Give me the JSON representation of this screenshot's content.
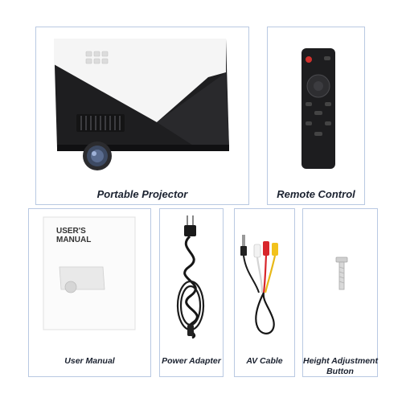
{
  "items": [
    {
      "id": "projector",
      "label": "Portable Projector"
    },
    {
      "id": "remote",
      "label": "Remote Control"
    },
    {
      "id": "manual",
      "label": "User Manual",
      "cover_text": [
        "USER'S",
        "MANUAL"
      ]
    },
    {
      "id": "power",
      "label": "Power Adapter"
    },
    {
      "id": "av",
      "label": "AV Cable"
    },
    {
      "id": "height",
      "label_lines": [
        "Height Adjustment",
        "Button"
      ]
    }
  ],
  "colors": {
    "panel_border": "#b9c9e2",
    "caption": "#1b2230",
    "av_red": "#d8262b",
    "av_yellow": "#f2c21c",
    "av_white": "#f2f2f2"
  }
}
